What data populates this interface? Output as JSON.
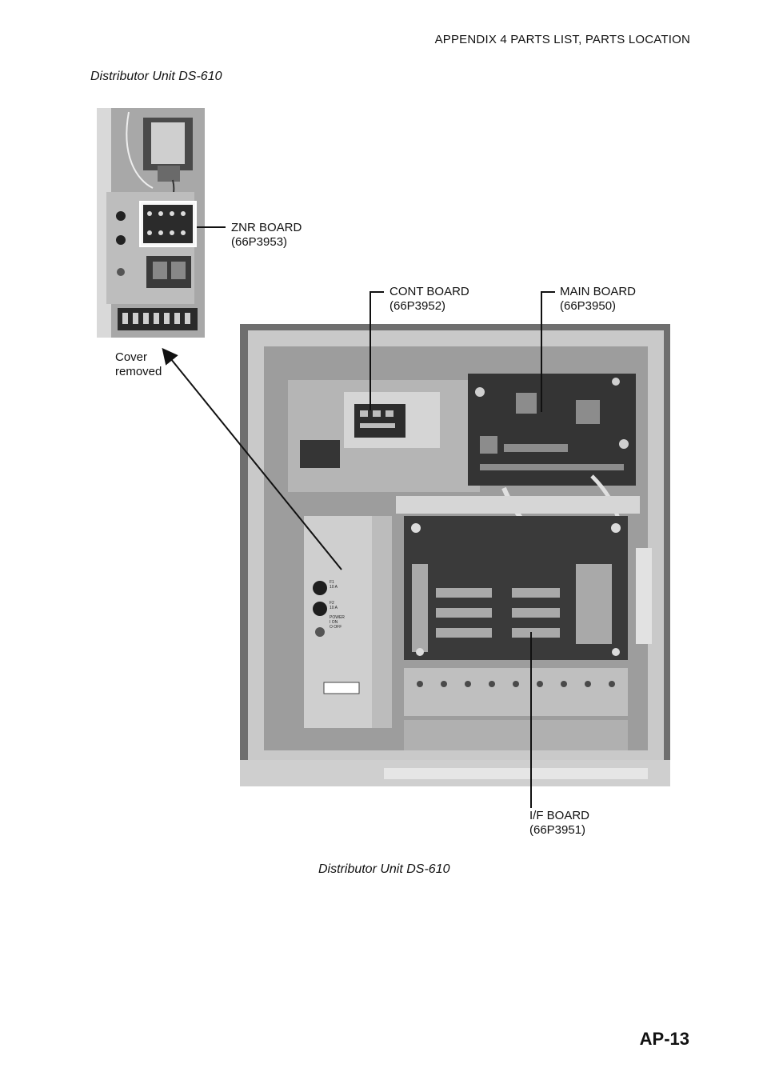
{
  "header": {
    "section": "APPENDIX 4 PARTS LIST, PARTS LOCATION"
  },
  "title": "Distributor Unit DS-610",
  "caption": "Distributor Unit DS-610",
  "page_number": "AP-13",
  "labels": {
    "znr": {
      "name": "ZNR BOARD",
      "code": "(66P3953)"
    },
    "cont": {
      "name": "CONT BOARD",
      "code": "(66P3952)"
    },
    "main": {
      "name": "MAIN BOARD",
      "code": "(66P3950)"
    },
    "iface": {
      "name": "I/F BOARD",
      "code": "(66P3951)"
    },
    "cover": {
      "line1": "Cover",
      "line2": "removed"
    }
  },
  "panel_text": {
    "f1": "F1",
    "f1_rating": "10 A",
    "f2": "F2",
    "f2_rating": "10 A",
    "power": "POWER",
    "on": "I ON",
    "off": "O OFF"
  }
}
